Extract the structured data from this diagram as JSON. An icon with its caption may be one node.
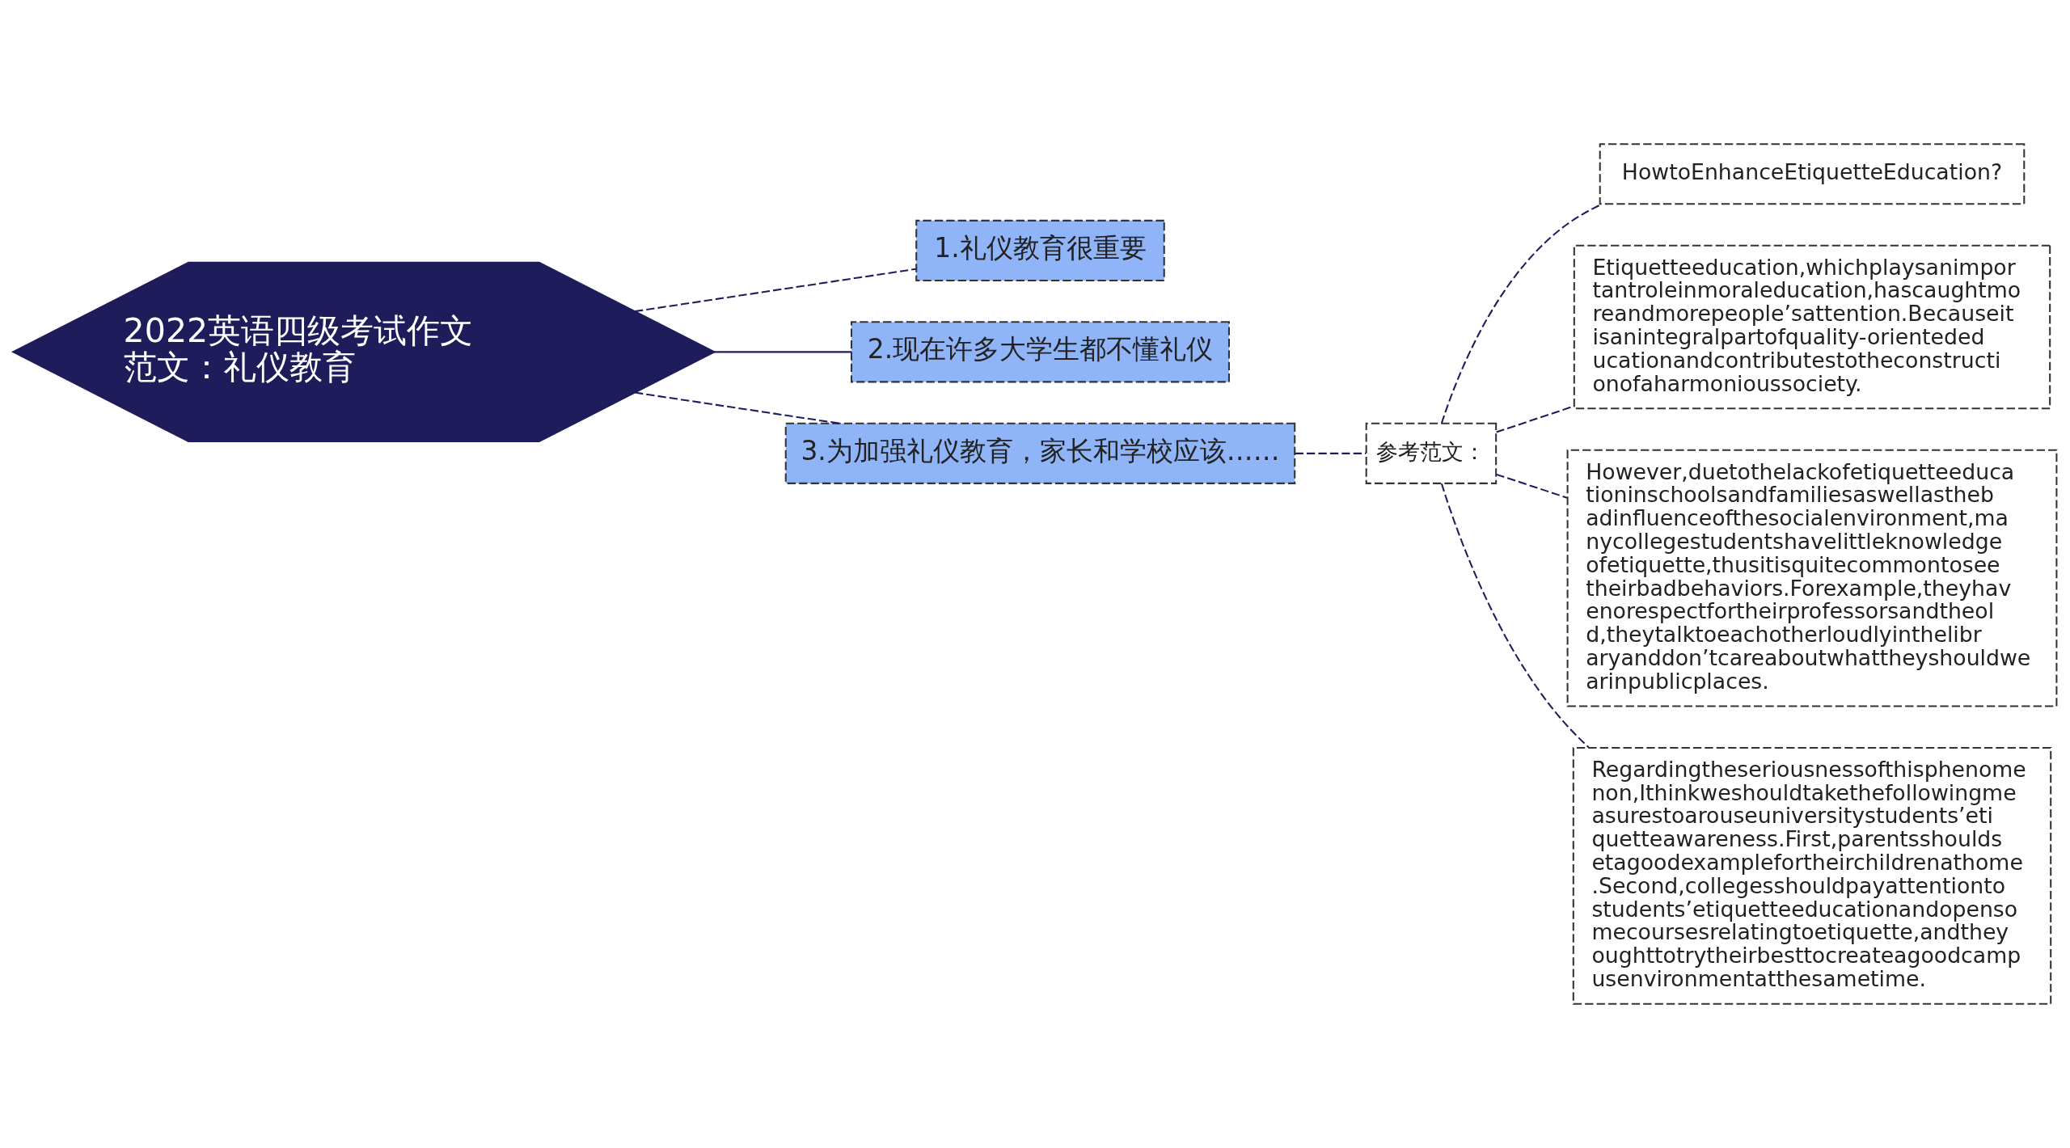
{
  "diagram": {
    "nodes": [
      {
        "text": [
          "2022英语四级考试作文范文：礼仪教育"
        ]
      },
      {
        "text": [
          "1.礼仪教育很重要"
        ]
      },
      {
        "text": [
          "2.现在许多大学生都不懂礼仪"
        ]
      },
      {
        "text": [
          "3.为加强礼仪教育，家长和学校应该……"
        ]
      },
      {
        "text": [
          "参考范文："
        ]
      },
      {
        "text": [
          "HowtoEnhanceEtiquetteEducation?"
        ]
      },
      {
        "text": [
          "Etiquetteeducation,whichplaysanimportantroleinmoraleducation,hascaughtmoreandmorepeople’sattention.Becauseitisanintegralpartofquality-orientededucationandcontributestotheconstructionofaharmonioussociety."
        ]
      },
      {
        "text": [
          "However,duetothelackofetiquetteeducationinschoolsandfamiliesaswellasthebadinfluenceofthesocialenvironment,manycollegestudentshavelittleknowledgeofetiquette,thusitisquitecommontoseetheirbadbehaviors.Forexample,theyhavenorespectfortheirprofessorsandtheold,theytalktoeachotherloudlyinthelibraryanddon’tcareaboutwhattheyshouldwearinpublicplaces."
        ]
      },
      {
        "text": [
          "Regardingtheseriousnessofthisphenomenon,Ithinkweshouldtakethefollowingmeasurestoarouseuniversitystudents’etiquetteawareness.First,parentsshouldsetagoodexamplefortheirchildrenathome.Second,collegesshouldpayattentiontostudents’etiquetteeducationandopensomecoursesrelatingtoetiquette,andtheyoughttotrytheirbesttocreateagoodcampusenvironmentatthesametime."
        ]
      }
    ],
    "edges": [
      {
        "from": 0,
        "to": 1,
        "arrow": "none",
        "style": "dashed"
      },
      {
        "from": 0,
        "to": 2,
        "arrow": "none"
      },
      {
        "from": 0,
        "to": 3,
        "arrow": "none",
        "style": "dashed"
      },
      {
        "from": 3,
        "to": 4,
        "arrow": "none",
        "style": "dashed"
      },
      {
        "from": 4,
        "to": 5,
        "arrow": "none",
        "style": "dashed"
      },
      {
        "from": 4,
        "to": 6,
        "arrow": "none",
        "style": "dashed"
      },
      {
        "from": 4,
        "to": 7,
        "arrow": "none",
        "style": "dashed"
      },
      {
        "from": 4,
        "to": 8,
        "arrow": "none",
        "style": "dashed"
      }
    ]
  }
}
